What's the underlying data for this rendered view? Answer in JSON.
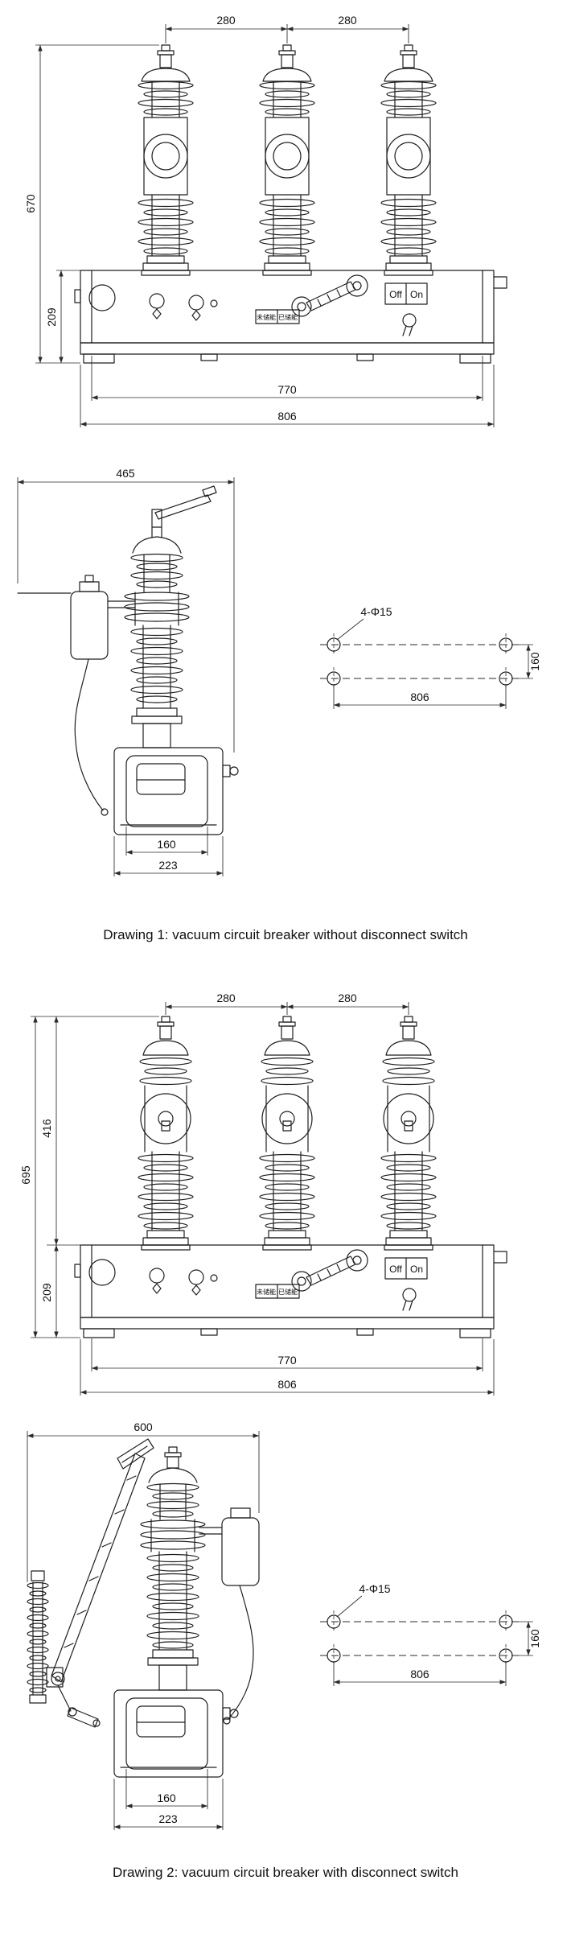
{
  "page": {
    "background": "#ffffff",
    "line_color": "#1e1e1e"
  },
  "drawing1": {
    "caption": "Drawing 1: vacuum circuit breaker without disconnect switch",
    "front": {
      "dim_pole_pitch_left": "280",
      "dim_pole_pitch_right": "280",
      "dim_overall_height": "670",
      "dim_frame_height": "209",
      "dim_inner_width": "770",
      "dim_overall_width": "806",
      "off": "Off",
      "on": "On",
      "spring_uncharged": "未储能",
      "spring_charged": "已储能"
    },
    "side": {
      "dim_depth": "465",
      "dim_base_inner_width": "160",
      "dim_base_outer_width": "223"
    },
    "holes": {
      "callout": "4-Φ15",
      "dim_hole_span_x": "806",
      "dim_hole_span_y": "160"
    }
  },
  "drawing2": {
    "caption": "Drawing 2: vacuum circuit breaker with disconnect switch",
    "front": {
      "dim_pole_pitch_left": "280",
      "dim_pole_pitch_right": "280",
      "dim_overall_height": "695",
      "dim_upper_height": "416",
      "dim_frame_height": "209",
      "dim_inner_width": "770",
      "dim_overall_width": "806",
      "off": "Off",
      "on": "On",
      "spring_uncharged": "未储能",
      "spring_charged": "已储能"
    },
    "side": {
      "dim_depth": "600",
      "dim_base_inner_width": "160",
      "dim_base_outer_width": "223"
    },
    "holes": {
      "callout": "4-Φ15",
      "dim_hole_span_x": "806",
      "dim_hole_span_y": "160"
    }
  }
}
